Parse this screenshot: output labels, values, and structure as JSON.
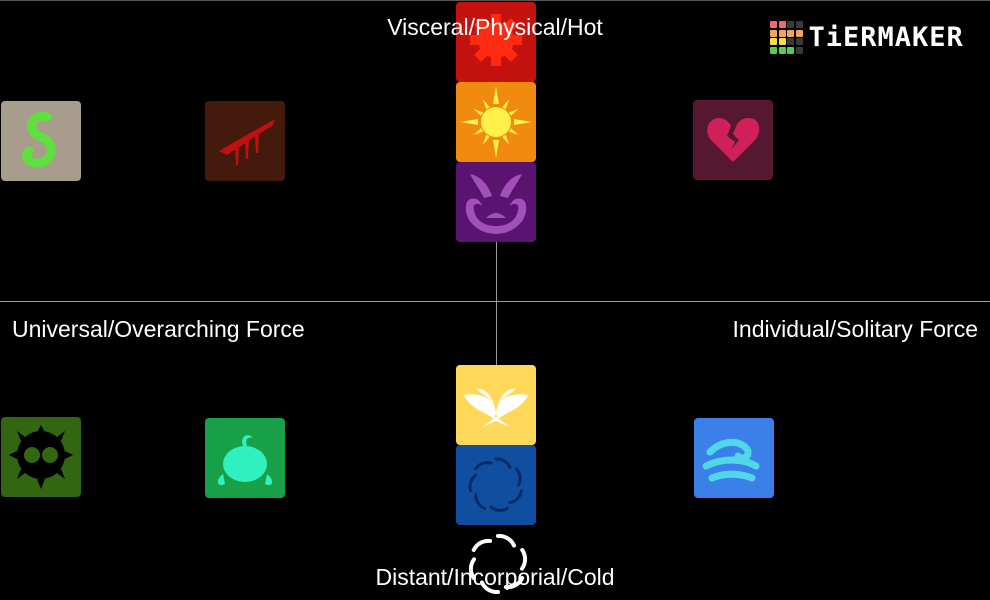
{
  "axes": {
    "top": "Visceral/Physical/Hot",
    "bottom": "Distant/Incorporial/Cold",
    "left": "Universal/Overarching Force",
    "right": "Individual/Solitary Force"
  },
  "logo": {
    "text": "TiERMAKER",
    "grid_colors": [
      "#f06b6b",
      "#f06b6b",
      "#3a3a3a",
      "#3a3a3a",
      "#f4a460",
      "#f4a460",
      "#f4a460",
      "#f4a460",
      "#f0e050",
      "#f0e050",
      "#3a3a3a",
      "#3a3a3a",
      "#50d050",
      "#50d050",
      "#50d050",
      "#3a3a3a"
    ]
  },
  "tiles": [
    {
      "icon": "gear-icon",
      "bg": "#c4120e",
      "fg": "#ff2a10"
    },
    {
      "icon": "sun-icon",
      "bg": "#f08a10",
      "fg": "#fff04a"
    },
    {
      "icon": "mask-icon",
      "bg": "#5a1370",
      "fg": "#a050b8"
    },
    {
      "icon": "snake-icon",
      "bg": "#a89c8c",
      "fg": "#60e040"
    },
    {
      "icon": "claw-slash-icon",
      "bg": "#431a0c",
      "fg": "#c01010"
    },
    {
      "icon": "broken-heart-icon",
      "bg": "#561830",
      "fg": "#d0205a"
    },
    {
      "icon": "spiked-skull-icon",
      "bg": "#336610",
      "fg": "#000000"
    },
    {
      "icon": "blob-icon",
      "bg": "#18a048",
      "fg": "#30f0c0"
    },
    {
      "icon": "wings-icon",
      "bg": "#ffd85a",
      "fg": "#ffffff"
    },
    {
      "icon": "swirl-icon",
      "bg": "#104ea0",
      "fg": "#082a66"
    },
    {
      "icon": "wave-icon",
      "bg": "#3a80e8",
      "fg": "#50d8e8"
    }
  ],
  "cursor_icon": "white-swirl-icon"
}
